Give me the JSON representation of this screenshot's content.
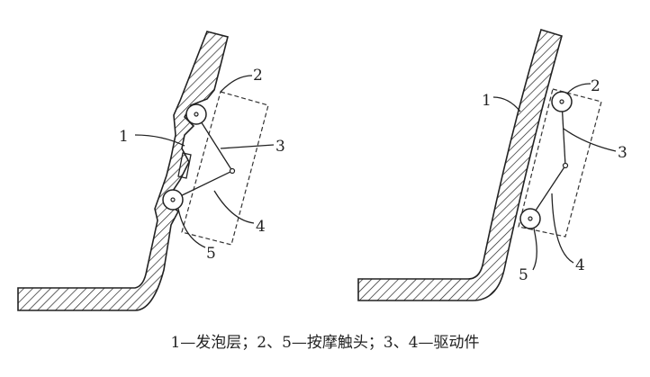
{
  "figure_left": {
    "labels": [
      "1",
      "2",
      "3",
      "4",
      "5"
    ]
  },
  "figure_right": {
    "labels": [
      "1",
      "2",
      "3",
      "4",
      "5"
    ]
  },
  "caption": "1—发泡层；2、5—按摩触头；3、4—驱动件"
}
